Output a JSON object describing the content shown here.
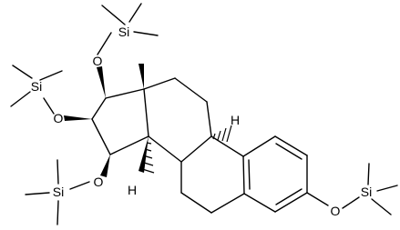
{
  "diagram": {
    "atom_labels": {
      "si_top": "Si",
      "o_c15": "O",
      "si_left": "Si",
      "o_c16": "O",
      "si_bottom": "Si",
      "o_c17": "O",
      "h_c8": "H",
      "h_c14": "H",
      "si_right": "Si",
      "o_c3": "O"
    },
    "colors": {
      "line": "#000000",
      "background": "#ffffff"
    }
  }
}
